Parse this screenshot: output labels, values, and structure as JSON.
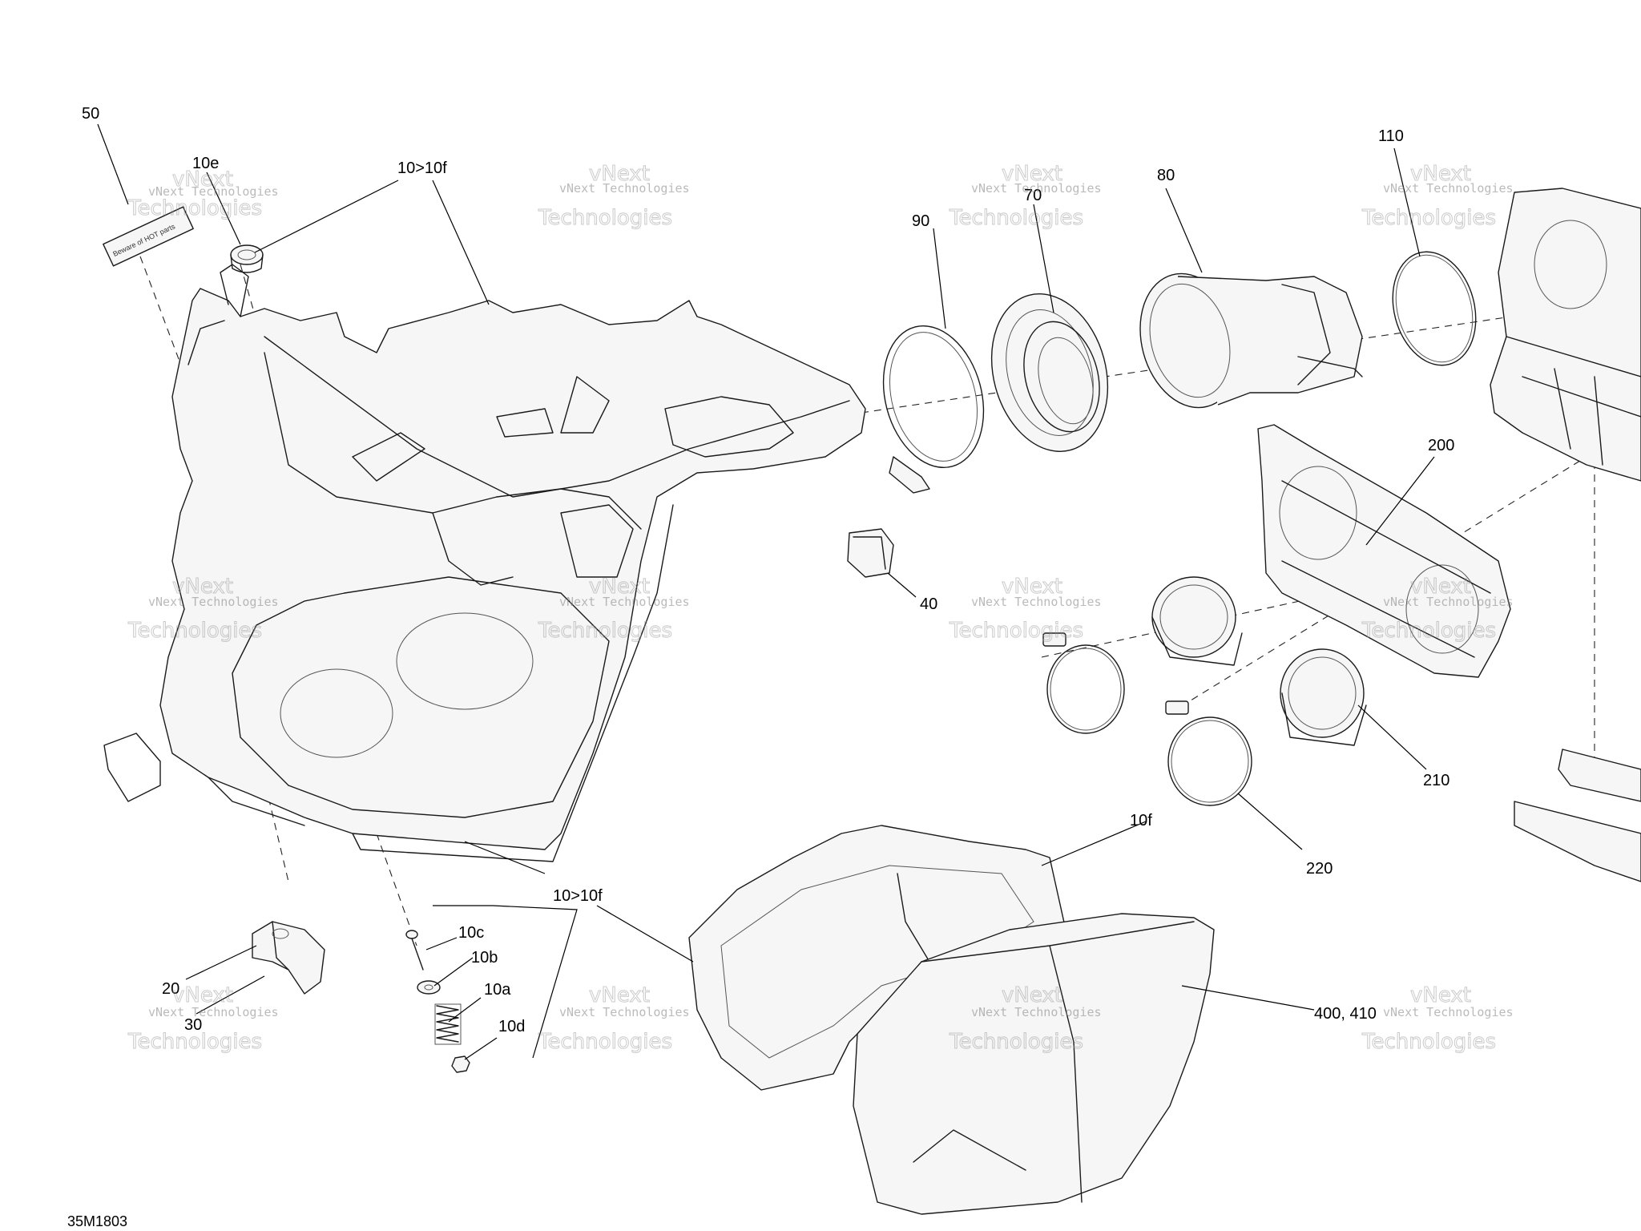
{
  "diagram": {
    "code": "35M1803",
    "callouts": {
      "c50": "50",
      "c10e": "10e",
      "c10to10f_top": "10>10f",
      "c90": "90",
      "c70": "70",
      "c80": "80",
      "c110": "110",
      "c200": "200",
      "c40": "40",
      "c210": "210",
      "c220": "220",
      "c10f": "10f",
      "c10to10f_bottom": "10>10f",
      "c10c": "10c",
      "c10b": "10b",
      "c10a": "10a",
      "c10d": "10d",
      "c20": "20",
      "c30": "30",
      "c400_410": "400, 410"
    },
    "label_50_text": "Beware of HOT parts",
    "watermark": {
      "line1": "vNext",
      "line2": "vNext Technologies",
      "line3": "Technologies"
    }
  }
}
